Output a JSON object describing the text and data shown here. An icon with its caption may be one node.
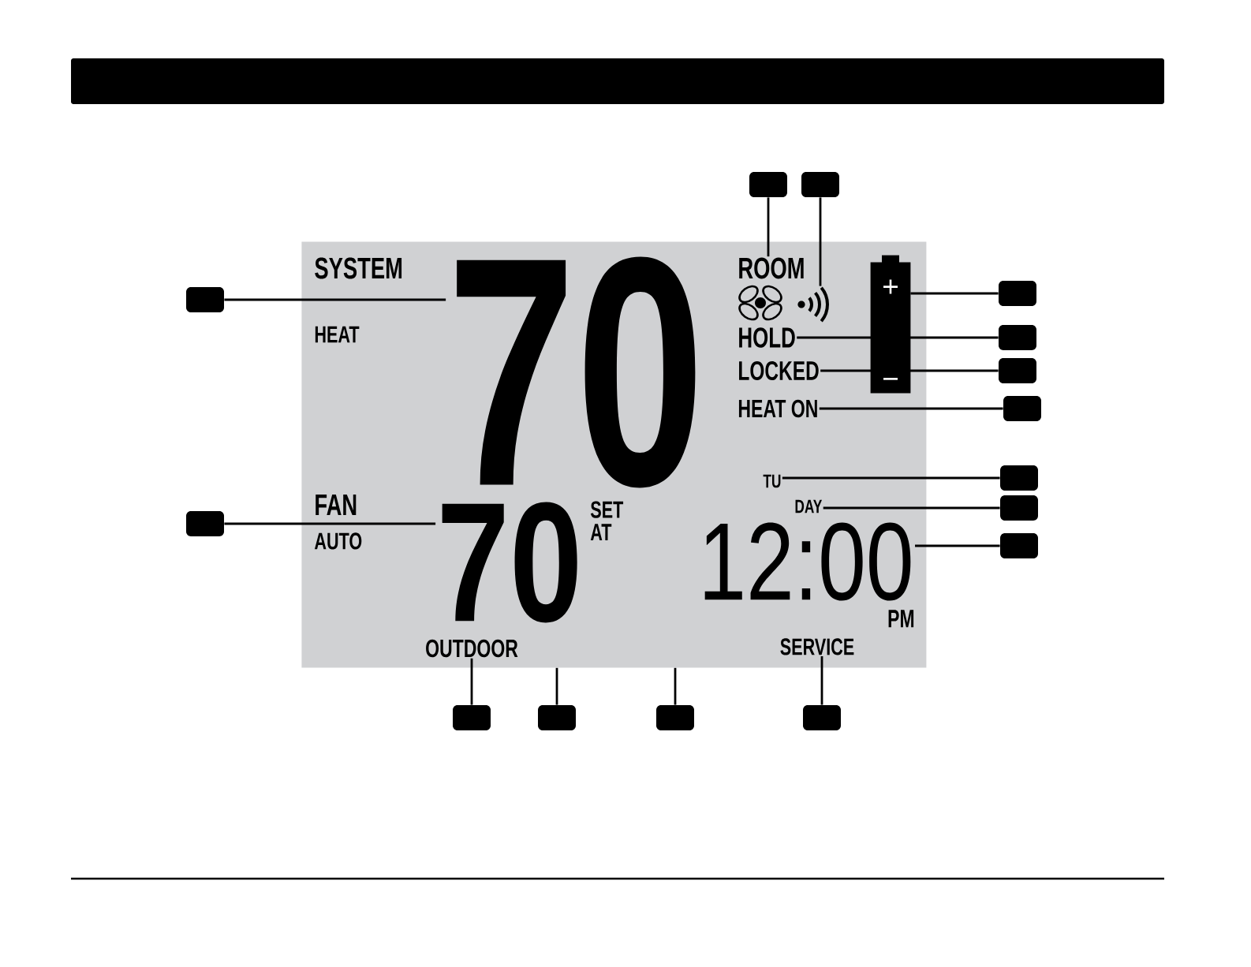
{
  "diagram": {
    "nodes": [
      {
        "text": [
          "SYSTEM",
          "HEAT",
          "FAN",
          "AUTO"
        ]
      },
      {
        "text": [
          "70"
        ],
        "in": 0
      },
      {
        "text": [
          "ROOM"
        ],
        "in": 0
      },
      {
        "text": [],
        "shape": "picture",
        "in": 0
      },
      {
        "text": [],
        "shape": "picture",
        "in": 0
      },
      {
        "text": [
          "HOLD"
        ],
        "in": 0
      },
      {
        "text": [
          "LOCKED"
        ],
        "in": 0
      },
      {
        "text": [
          "HEAT ON"
        ],
        "in": 0
      },
      {
        "text": [
          "TU"
        ],
        "in": 0
      },
      {
        "text": [
          "DAY"
        ],
        "in": 0
      },
      {
        "text": [
          "70"
        ],
        "beside": [
          "SET AT"
        ],
        "in": 0
      },
      {
        "text": [
          "12:00"
        ],
        "beside": [
          "PM"
        ],
        "in": 0
      },
      {
        "text": [
          "OUTDOOR"
        ],
        "in": 0
      },
      {
        "text": [
          "SERVICE"
        ],
        "in": 0
      },
      {
        "text": [],
        "shape": "box"
      },
      {
        "text": [],
        "shape": "box"
      },
      {
        "text": [],
        "shape": "box"
      },
      {
        "text": [],
        "shape": "box"
      },
      {
        "text": [],
        "shape": "box"
      },
      {
        "text": [],
        "shape": "box"
      },
      {
        "text": [],
        "shape": "box"
      },
      {
        "text": [],
        "shape": "box"
      },
      {
        "text": [],
        "shape": "box"
      },
      {
        "text": [],
        "shape": "box"
      },
      {
        "text": [],
        "shape": "box"
      },
      {
        "text": [],
        "shape": "box"
      },
      {
        "text": [],
        "shape": "box"
      },
      {
        "text": [],
        "shape": "box"
      },
      {
        "text": [],
        "shape": "box"
      }
    ],
    "edges": [
      {
        "from": 14,
        "to": 2,
        "arrow": "none"
      },
      {
        "from": 15,
        "to": 3,
        "arrow": "none"
      },
      {
        "from": 16,
        "to": 1,
        "arrow": "none"
      },
      {
        "from": 17,
        "to": 4,
        "arrow": "none"
      },
      {
        "from": 18,
        "to": 5,
        "arrow": "none"
      },
      {
        "from": 19,
        "to": 6,
        "arrow": "none"
      },
      {
        "from": 20,
        "to": 7,
        "arrow": "none"
      },
      {
        "from": 21,
        "to": 8,
        "arrow": "none"
      },
      {
        "from": 22,
        "to": 9,
        "arrow": "none"
      },
      {
        "from": 23,
        "to": 10,
        "arrow": "none"
      },
      {
        "from": 24,
        "to": 11,
        "arrow": "none"
      },
      {
        "from": 25,
        "to": 12,
        "arrow": "none"
      },
      {
        "from": 26,
        "to": 0,
        "arrow": "none"
      },
      {
        "from": 27,
        "to": 0,
        "arrow": "none"
      },
      {
        "from": 28,
        "to": 13,
        "arrow": "none"
      }
    ]
  }
}
